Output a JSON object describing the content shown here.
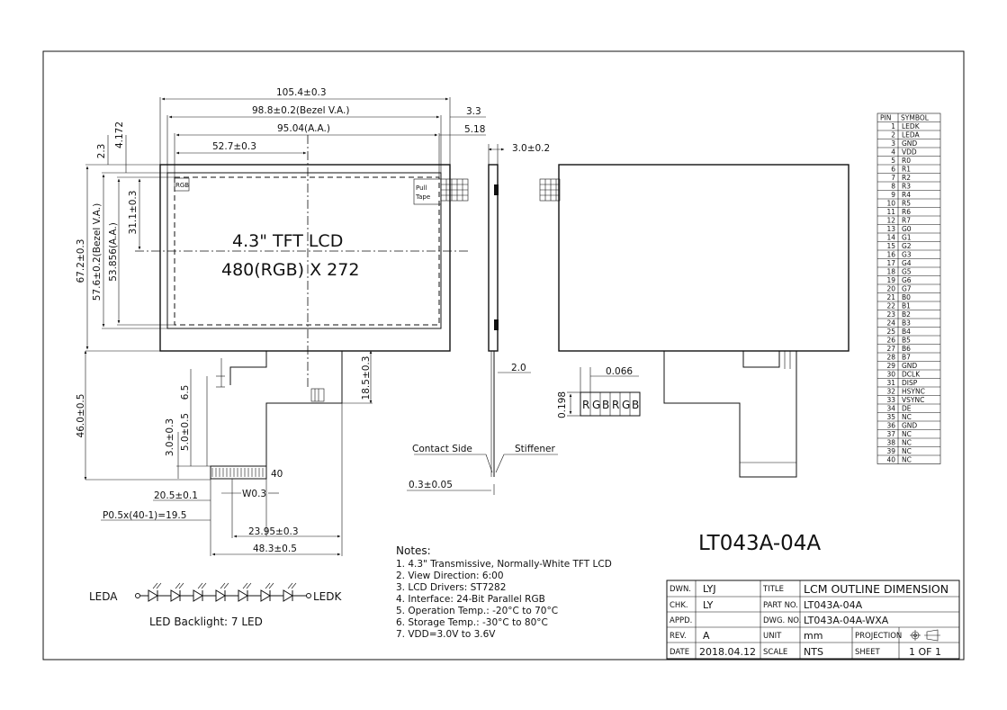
{
  "dimensions": {
    "overall_width": "105.4±0.3",
    "bezel_va_width": "98.8±0.2(Bezel V.A.)",
    "aa_width": "95.04(A.A.)",
    "center_x": "52.7±0.3",
    "right_offset_1": "3.3",
    "right_offset_2": "5.18",
    "left_offset_1": "2.3",
    "left_offset_2": "4.172",
    "overall_height": "67.2±0.3",
    "bezel_va_height": "57.6±0.2(Bezel V.A.)",
    "aa_height": "53.856(A.A.)",
    "center_y": "31.1±0.3",
    "fpc_length": "46.0±0.5",
    "fpc_dim_1": "6.5",
    "fpc_dim_2": "5.0±0.5",
    "fpc_dim_3": "3.0±0.3",
    "fpc_dim_4": "18.5±0.3",
    "pin_count_label": "40",
    "lead_width": "W0.3",
    "fpc_offset": "20.5±0.1",
    "pitch": "P0.5x(40-1)=19.5",
    "fpc_dim_5": "23.95±0.3",
    "fpc_width": "48.3±0.5",
    "thickness": "3.0±0.2",
    "fpc_thickness": "2.0",
    "stiffener_thickness": "0.3±0.05",
    "pixel_width": "0.066",
    "pixel_height": "0.198"
  },
  "labels": {
    "lcd_title": "4.3\" TFT LCD",
    "resolution": "480(RGB) X 272",
    "pull_tape_1": "Pull",
    "pull_tape_2": "Tape",
    "rgb_mark": "RGB",
    "pixel_cells": [
      "R",
      "G",
      "B",
      "R",
      "G",
      "B"
    ],
    "contact_side": "Contact Side",
    "stiffener": "Stiffener",
    "model": "LT043A-04A",
    "leda": "LEDA",
    "ledk": "LEDK",
    "backlight": "LED Backlight: 7 LED"
  },
  "notes": {
    "title": "Notes:",
    "items": [
      "1. 4.3\" Transmissive, Normally-White TFT LCD",
      "2. View Direction: 6:00",
      "3. LCD Drivers: ST7282",
      "4. Interface: 24-Bit Parallel RGB",
      "5. Operation Temp.: -20°C to 70°C",
      "6. Storage Temp.: -30°C to 80°C",
      "7. VDD=3.0V to 3.6V"
    ]
  },
  "pin_table": {
    "headers": [
      "PIN",
      "SYMBOL"
    ],
    "rows": [
      [
        "1",
        "LEDK"
      ],
      [
        "2",
        "LEDA"
      ],
      [
        "3",
        "GND"
      ],
      [
        "4",
        "VDD"
      ],
      [
        "5",
        "R0"
      ],
      [
        "6",
        "R1"
      ],
      [
        "7",
        "R2"
      ],
      [
        "8",
        "R3"
      ],
      [
        "9",
        "R4"
      ],
      [
        "10",
        "R5"
      ],
      [
        "11",
        "R6"
      ],
      [
        "12",
        "R7"
      ],
      [
        "13",
        "G0"
      ],
      [
        "14",
        "G1"
      ],
      [
        "15",
        "G2"
      ],
      [
        "16",
        "G3"
      ],
      [
        "17",
        "G4"
      ],
      [
        "18",
        "G5"
      ],
      [
        "19",
        "G6"
      ],
      [
        "20",
        "G7"
      ],
      [
        "21",
        "B0"
      ],
      [
        "22",
        "B1"
      ],
      [
        "23",
        "B2"
      ],
      [
        "24",
        "B3"
      ],
      [
        "25",
        "B4"
      ],
      [
        "26",
        "B5"
      ],
      [
        "27",
        "B6"
      ],
      [
        "28",
        "B7"
      ],
      [
        "29",
        "GND"
      ],
      [
        "30",
        "DCLK"
      ],
      [
        "31",
        "DISP"
      ],
      [
        "32",
        "HSYNC"
      ],
      [
        "33",
        "VSYNC"
      ],
      [
        "34",
        "DE"
      ],
      [
        "35",
        "NC"
      ],
      [
        "36",
        "GND"
      ],
      [
        "37",
        "NC"
      ],
      [
        "38",
        "NC"
      ],
      [
        "39",
        "NC"
      ],
      [
        "40",
        "NC"
      ]
    ]
  },
  "title_block": {
    "dwn_label": "DWN.",
    "dwn_value": "LYJ",
    "title_label": "TITLE",
    "title_value": "LCM OUTLINE DIMENSION",
    "chk_label": "CHK.",
    "chk_value": "LY",
    "part_label": "PART NO.",
    "part_value": "LT043A-04A",
    "appd_label": "APPD.",
    "appd_value": "",
    "dwg_label": "DWG. NO.",
    "dwg_value": "LT043A-04A-WXA",
    "rev_label": "REV.",
    "rev_value": "A",
    "unit_label": "UNIT",
    "unit_value": "mm",
    "projection_label": "PROJECTION",
    "date_label": "DATE",
    "date_value": "2018.04.12",
    "scale_label": "SCALE",
    "scale_value": "NTS",
    "sheet_label": "SHEET",
    "sheet_value": "1 OF 1"
  }
}
